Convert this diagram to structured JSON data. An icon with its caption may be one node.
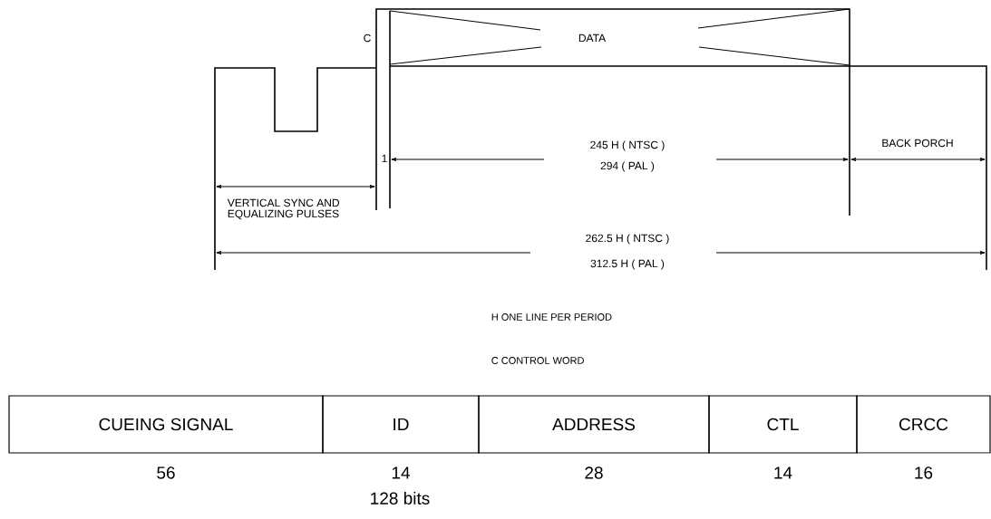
{
  "diagram": {
    "nodes": [
      {
        "text": [
          "CUEING SIGNAL"
        ],
        "beside": [
          "56"
        ]
      },
      {
        "text": [
          "ID"
        ],
        "beside": [
          "14"
        ]
      },
      {
        "text": [
          "ADDRESS"
        ],
        "beside": [
          "28"
        ]
      },
      {
        "text": [
          "CTL"
        ],
        "beside": [
          "14"
        ]
      },
      {
        "text": [
          "CRCC"
        ],
        "beside": [
          "16"
        ]
      }
    ],
    "labels": [
      "DATA",
      "C",
      "1",
      "245 H ( NTSC )",
      "294 ( PAL )",
      "BACK PORCH",
      "VERTICAL SYNC AND EQUALIZING PULSES",
      "262.5 H ( NTSC )",
      "312.5 H ( PAL )",
      "H ONE LINE PER PERIOD",
      "C CONTROL WORD",
      "128 bits"
    ]
  }
}
